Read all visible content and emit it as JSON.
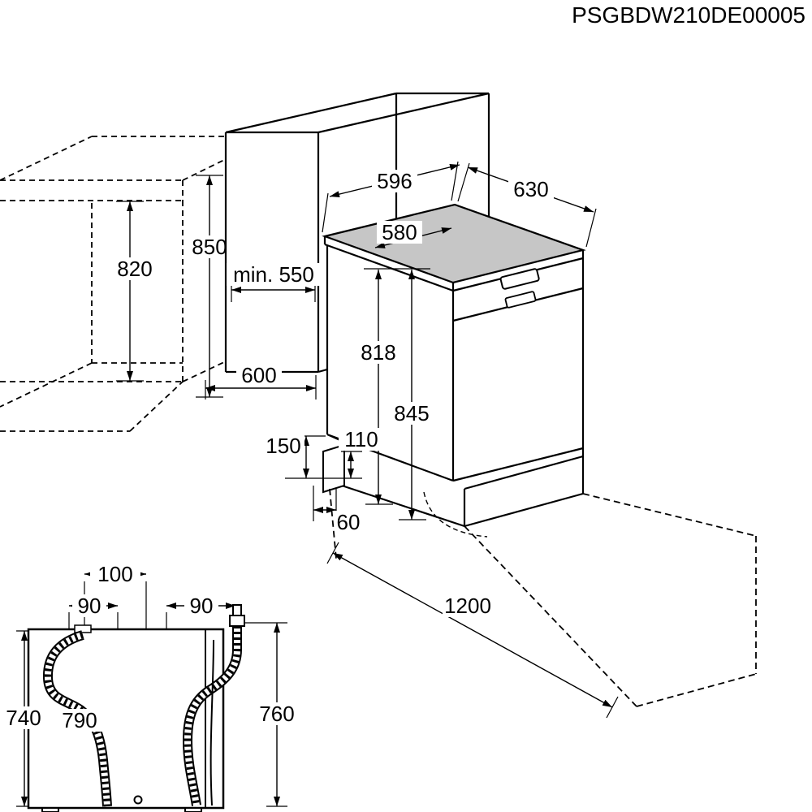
{
  "header": {
    "model_code": "PSGBDW210DE00005"
  },
  "colors": {
    "worktop": "#c6c6c6",
    "line": "#000000",
    "background": "#ffffff"
  },
  "labels": {
    "d820": "820",
    "d850": "850",
    "min550": "min. 550",
    "d600": "600",
    "d596": "596",
    "d630": "630",
    "d580": "580",
    "d818": "818",
    "d845": "845",
    "d150": "150",
    "d110": "110",
    "d60": "60",
    "d1200": "1200",
    "d100": "100",
    "d90_left": "90",
    "d90_right": "90",
    "d740": "740",
    "d790": "790",
    "d760": "760"
  }
}
